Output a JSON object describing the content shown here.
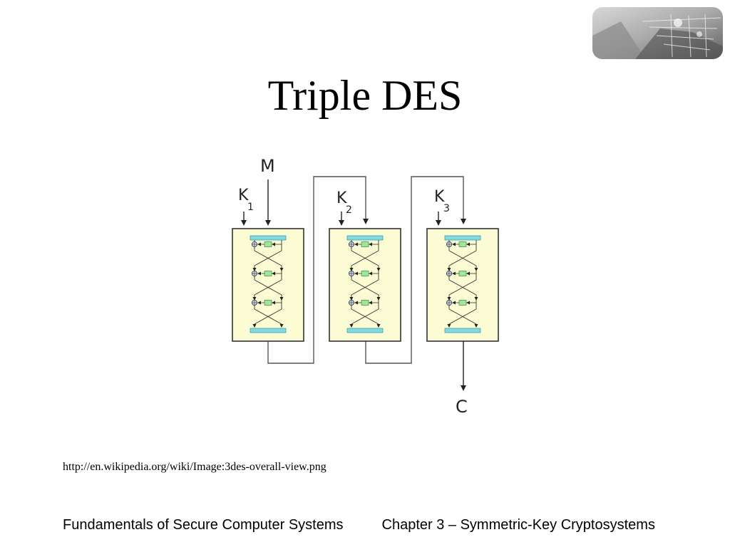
{
  "slide": {
    "title": "Triple DES",
    "source_link": "http://en.wikipedia.org/wiki/Image:3des-overall-view.png"
  },
  "diagram": {
    "input_label": "M",
    "output_label": "C",
    "keys": [
      {
        "letter": "K",
        "index": "1"
      },
      {
        "letter": "K",
        "index": "2"
      },
      {
        "letter": "K",
        "index": "3"
      }
    ],
    "colors": {
      "block_fill": "#fcfcd4",
      "permutation_bar": "#7fdbe4",
      "f_box": "#9fe59b",
      "xor_node": "#c9d7f3"
    }
  },
  "footer": {
    "left": "Fundamentals of Secure Computer Systems",
    "right": "Chapter 3 – Symmetric-Key Cryptosystems"
  },
  "logo": {
    "icon": "industrial-photo-logo"
  }
}
